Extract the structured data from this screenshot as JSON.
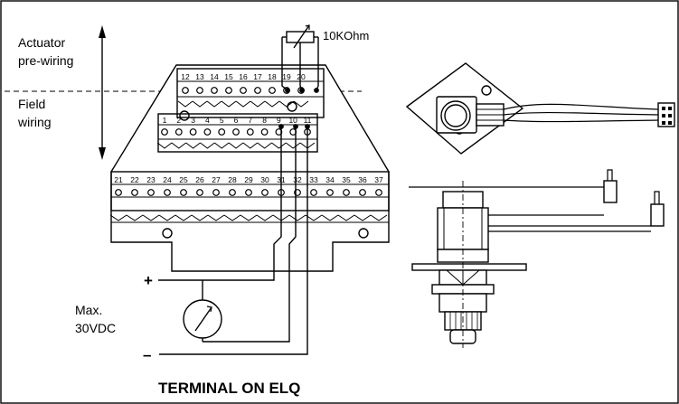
{
  "labels": {
    "actuator_line1": "Actuator",
    "actuator_line2": "pre-wiring",
    "field_line1": "Field",
    "field_line2": "wiring",
    "resistor": "10KOhm",
    "plus": "+",
    "minus": "–",
    "voltage_line1": "Max.",
    "voltage_line2": "30VDC",
    "caption": "TERMINAL ON ELQ"
  },
  "terminals": {
    "top_row": [
      "12",
      "13",
      "14",
      "15",
      "16",
      "17",
      "18",
      "19",
      "20"
    ],
    "middle_row": [
      "1",
      "2",
      "3",
      "4",
      "5",
      "6",
      "7",
      "8",
      "9",
      "10",
      "11"
    ],
    "bottom_row": [
      "21",
      "22",
      "23",
      "24",
      "25",
      "26",
      "27",
      "28",
      "29",
      "30",
      "31",
      "32",
      "33",
      "34",
      "35",
      "36",
      "37"
    ]
  },
  "colors": {
    "line": "#000000",
    "background": "#ffffff",
    "fill": "#ffffff"
  },
  "icons": {
    "meter": "analog-meter-icon",
    "resistor": "variable-resistor-icon",
    "sensor_flange": "sensor-flange-icon",
    "connector": "plug-connector-icon",
    "sensor_side": "sensor-side-view-icon"
  }
}
